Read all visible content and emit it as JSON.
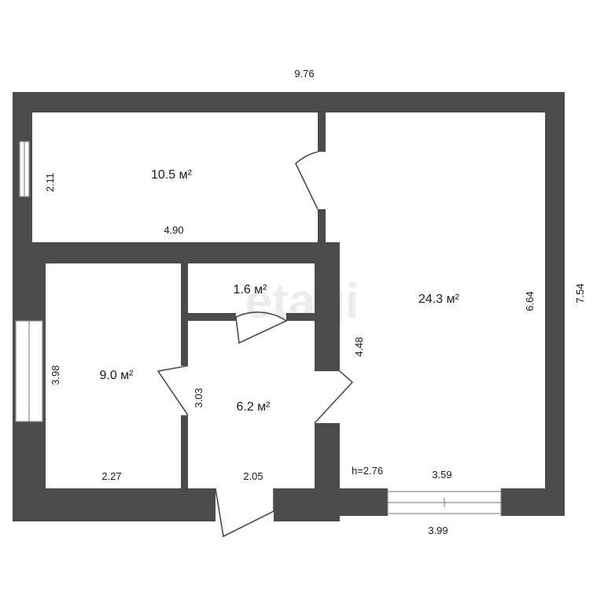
{
  "colors": {
    "wall": "#4b4b4d",
    "background": "#ffffff",
    "text": "#1a1a1a",
    "window": "#8a8a8a",
    "watermark": "#e9e9e9"
  },
  "watermark": "etagi",
  "rooms": {
    "kitchen": "10.5 м²",
    "living": "24.3 м²",
    "bedroom": "9.0 м²",
    "bathroom": "1.6 м²",
    "hall": "6.2 м²"
  },
  "dimensions": {
    "total_width": "9.76",
    "total_height": "7.54",
    "kitchen_width": "4.90",
    "kitchen_height": "2.11",
    "living_height": "6.64",
    "living_bottom": "3.59",
    "living_outer_bottom": "3.99",
    "hall_right": "4.48",
    "hall_inner": "3.03",
    "hall_bottom": "2.05",
    "bedroom_height": "3.98",
    "bedroom_bottom": "2.27",
    "ceiling": "h=2.76"
  }
}
